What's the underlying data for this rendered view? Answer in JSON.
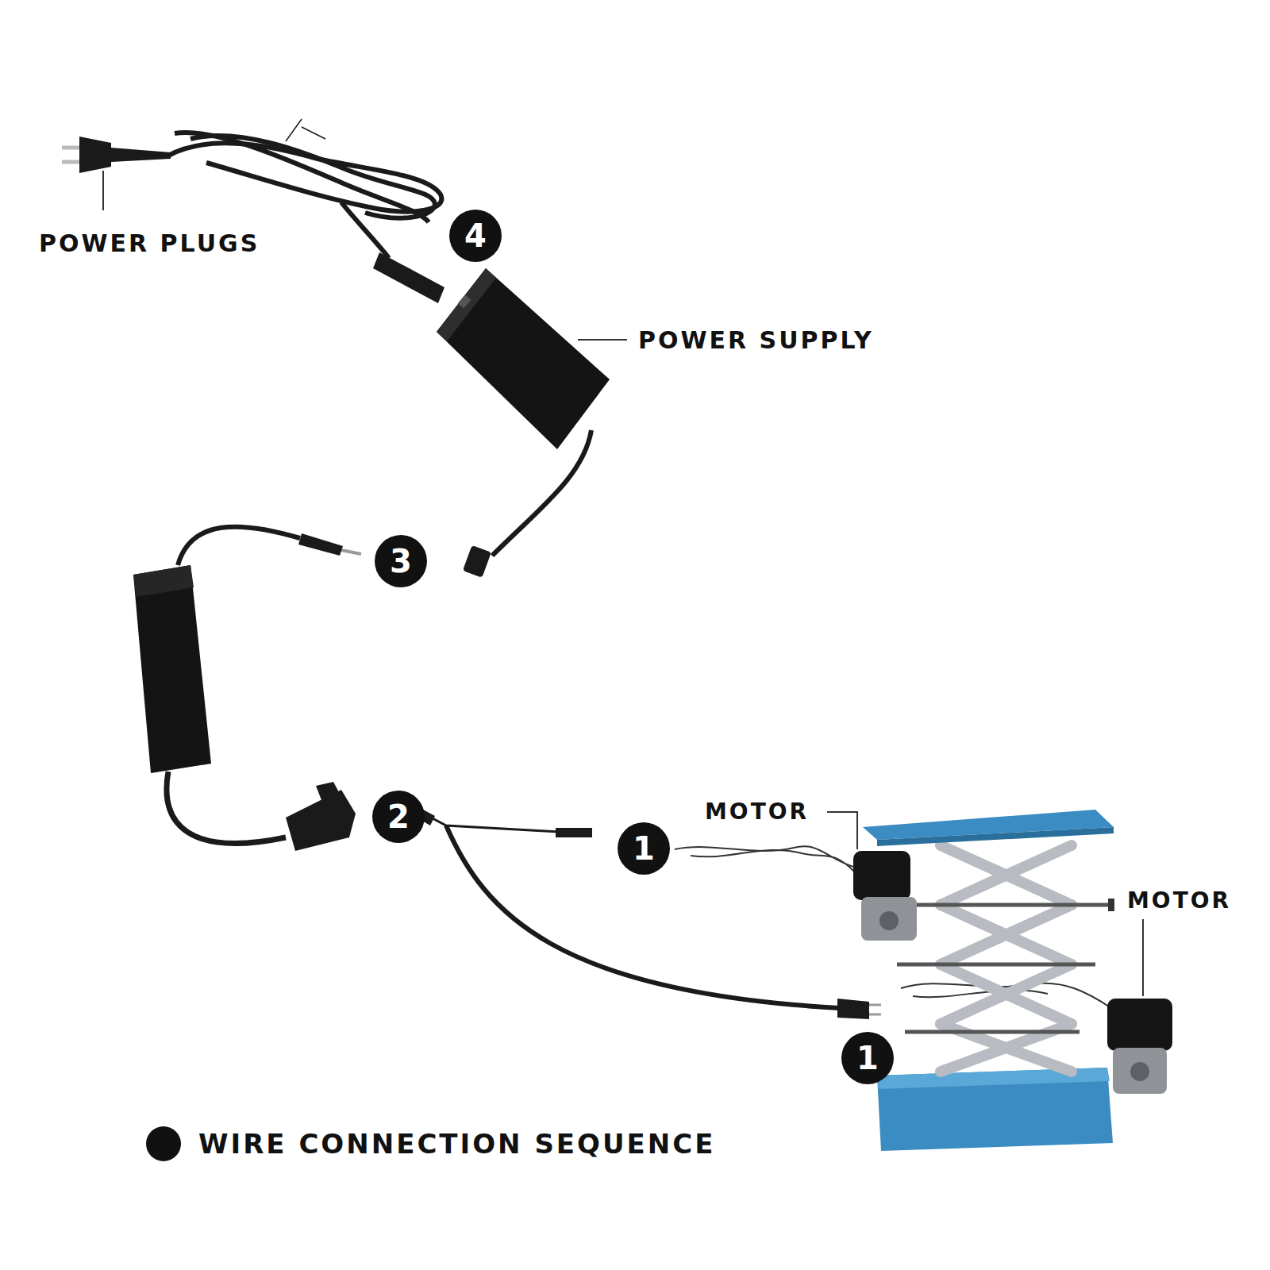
{
  "diagram": {
    "labels": [
      "POWER PLUGS",
      "4",
      "POWER SUPPLY",
      "3",
      "2",
      "MOTOR",
      "1",
      "MOTOR",
      "1"
    ],
    "legend": [
      {
        "text": "WIRE CONNECTION SEQUENCE",
        "color": "#111111"
      }
    ]
  }
}
